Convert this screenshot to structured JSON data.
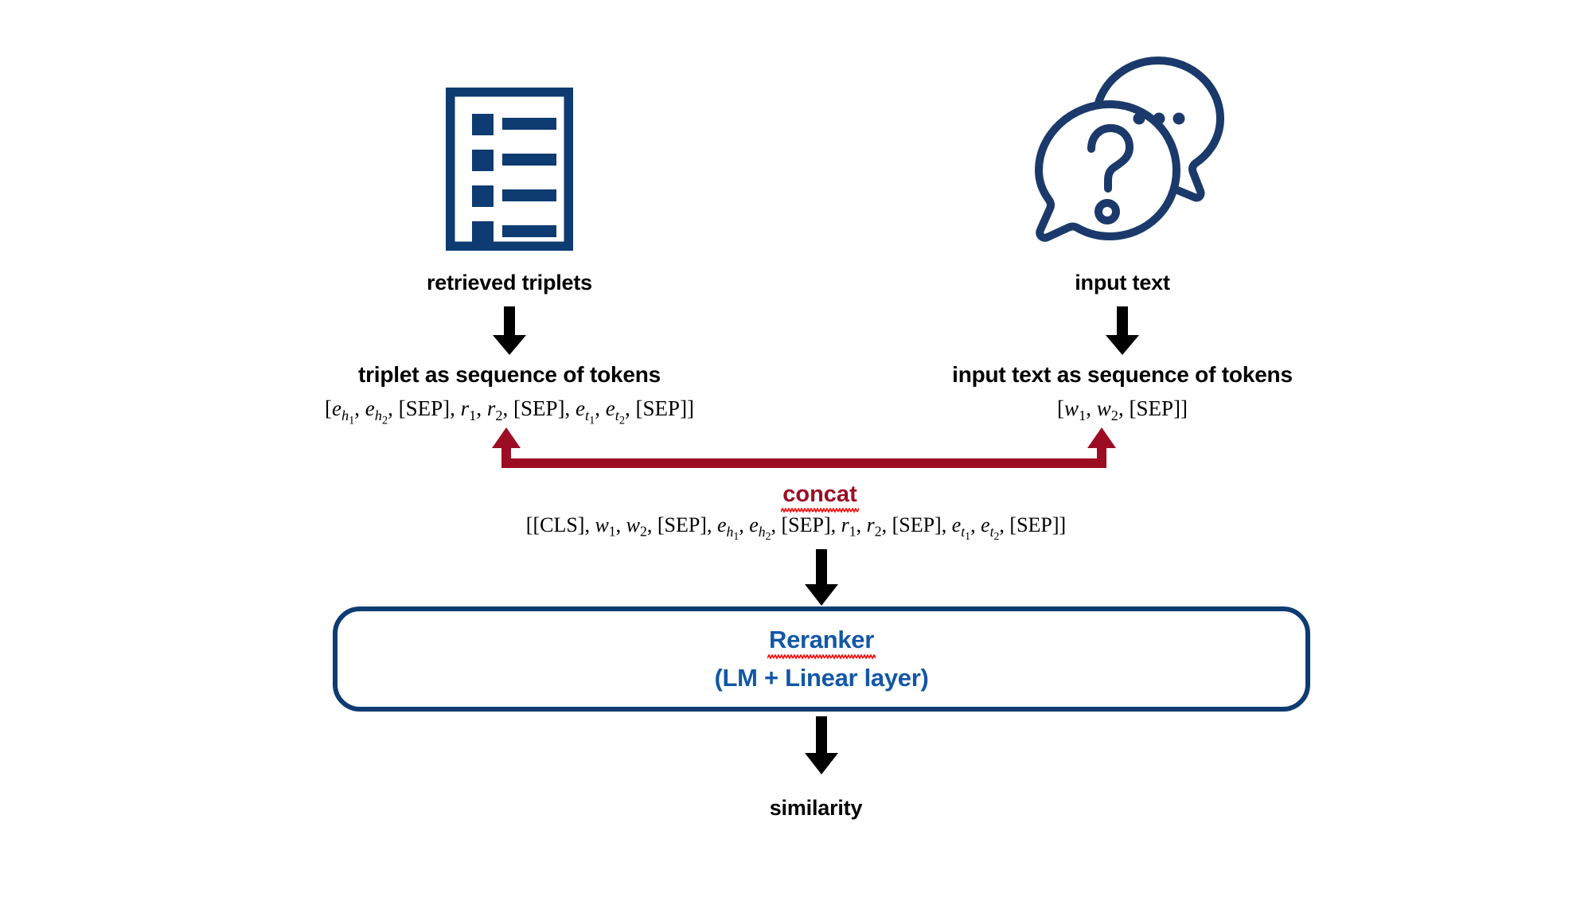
{
  "diagram": {
    "title": "Reranker architecture: triplet and input text concatenation",
    "colors": {
      "icon_blue": "#0d3b72",
      "box_border_blue": "#0d3b72",
      "box_text_blue": "#1357a6",
      "connector_dark_red": "#9c0d24",
      "squiggle_red": "#ff0000",
      "arrow_black": "#000000",
      "background": "#ffffff"
    },
    "icons": {
      "triplets": "document-list-icon",
      "input": "speech-bubbles-question-icon"
    },
    "labels": {
      "retrieved_triplets": "retrieved triplets",
      "input_text": "input text",
      "triplet_as_sequence": "triplet as sequence of tokens",
      "input_text_as_sequence": "input text as sequence of tokens",
      "concat": "concat",
      "similarity": "similarity"
    },
    "sequences": {
      "triplet_tokens": "[e_h1, e_h2, [SEP], r_1, r_2, [SEP], e_t1, e_t2, [SEP]]",
      "input_tokens": "[w_1, w_2, [SEP]]",
      "concat_tokens": "[[CLS], w_1, w_2, [SEP], e_h1, e_h2, [SEP], r_1, r_2, [SEP], e_t1, e_t2, [SEP]]"
    },
    "reranker": {
      "title": "Reranker",
      "subtitle": "(LM + Linear layer)"
    },
    "arrows": [
      {
        "name": "triplets-to-sequence",
        "direction": "down"
      },
      {
        "name": "input-text-to-sequence",
        "direction": "down"
      },
      {
        "name": "concat-to-reranker",
        "direction": "down"
      },
      {
        "name": "reranker-to-similarity",
        "direction": "down"
      },
      {
        "name": "concat-bracket",
        "direction": "up-both-ends"
      }
    ]
  }
}
